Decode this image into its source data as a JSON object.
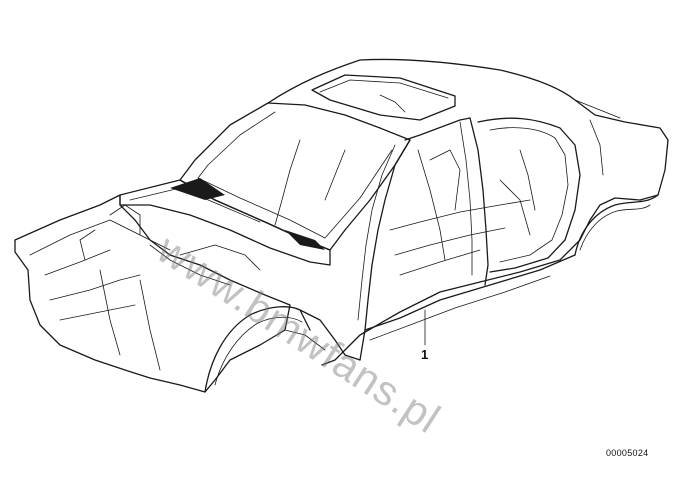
{
  "diagram": {
    "callouts": [
      {
        "number": "1"
      }
    ],
    "part_code": "00005024",
    "watermark": "www.bmwfans.pl"
  }
}
